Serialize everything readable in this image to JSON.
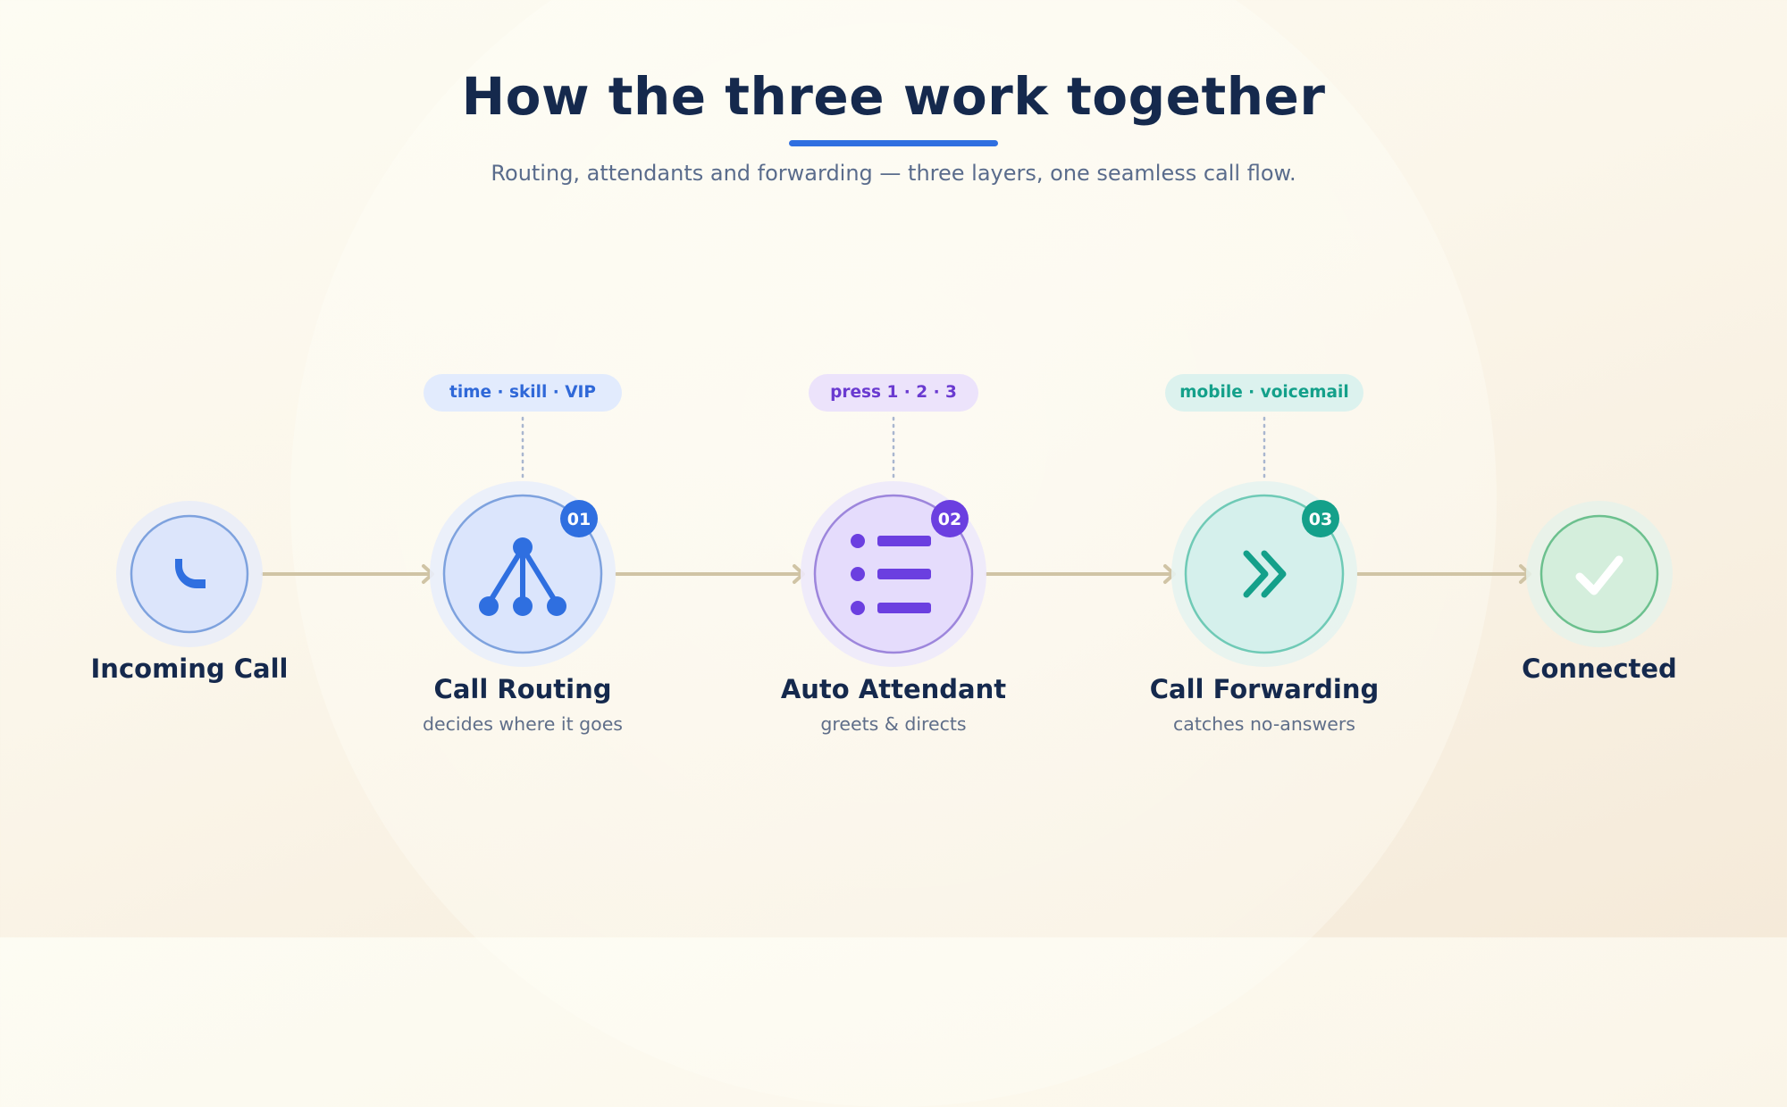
{
  "header": {
    "title": "How the three work together",
    "subtitle": "Routing, attendants and forwarding — three layers, one seamless call flow."
  },
  "steps": {
    "incoming": {
      "label": "Incoming Call"
    },
    "routing": {
      "badge": "01",
      "chip": "time · skill · VIP",
      "label": "Call Routing",
      "caption": "decides where it goes"
    },
    "attendant": {
      "badge": "02",
      "chip": "press 1 · 2 · 3",
      "label": "Auto Attendant",
      "caption": "greets & directs"
    },
    "forwarding": {
      "badge": "03",
      "chip": "mobile · voicemail",
      "label": "Call Forwarding",
      "caption": "catches no-answers"
    },
    "connected": {
      "label": "Connected"
    }
  },
  "icons": {
    "incoming": "phone-icon",
    "routing": "branch-icon",
    "attendant": "menu-list-icon",
    "forwarding": "double-chevron-right-icon",
    "connected": "checkmark-icon"
  },
  "colors": {
    "title": "#15294d",
    "accent_blue": "#2f6fe0",
    "accent_purple": "#6b3fe0",
    "accent_teal": "#14a08a",
    "accent_green": "#5bb98a",
    "connector": "#d0c4a5"
  }
}
